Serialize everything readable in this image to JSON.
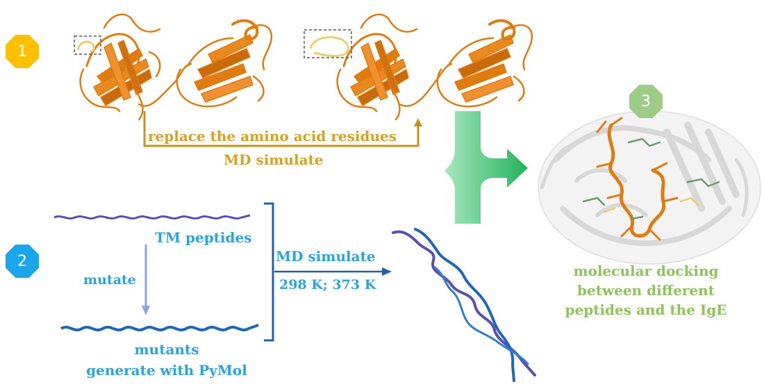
{
  "steps": {
    "step1": {
      "number": "1",
      "color": "#ffc000"
    },
    "step2": {
      "number": "2",
      "color": "#1aa6e8"
    },
    "step3": {
      "number": "3",
      "color": "#9dcc86"
    }
  },
  "colors": {
    "protein": "#e07b10",
    "loop": "#e8d070",
    "step1_arrow": "#c8921a",
    "step1_text": "#d9a021",
    "step2_text": "#2aa3e3",
    "bracket": "#1f5fa8",
    "peptide_purple": "#5a4fb0",
    "peptide_blue": "#1e66b8",
    "merge_arrow": "#2ec56a",
    "step3_text": "#8dc35a"
  },
  "step1": {
    "replace_label": "replace the amino  acid residues",
    "md_label": "MD simulate"
  },
  "step2": {
    "tm_label": "TM peptides",
    "mutate_label": "mutate",
    "mutants_line1": "mutants",
    "mutants_line2": "generate with PyMol",
    "md_label": "MD simulate",
    "temps_label": "298 K; 373 K"
  },
  "step3": {
    "line1": "molecular docking",
    "line2": "between different",
    "line3": "peptides and the IgE"
  }
}
